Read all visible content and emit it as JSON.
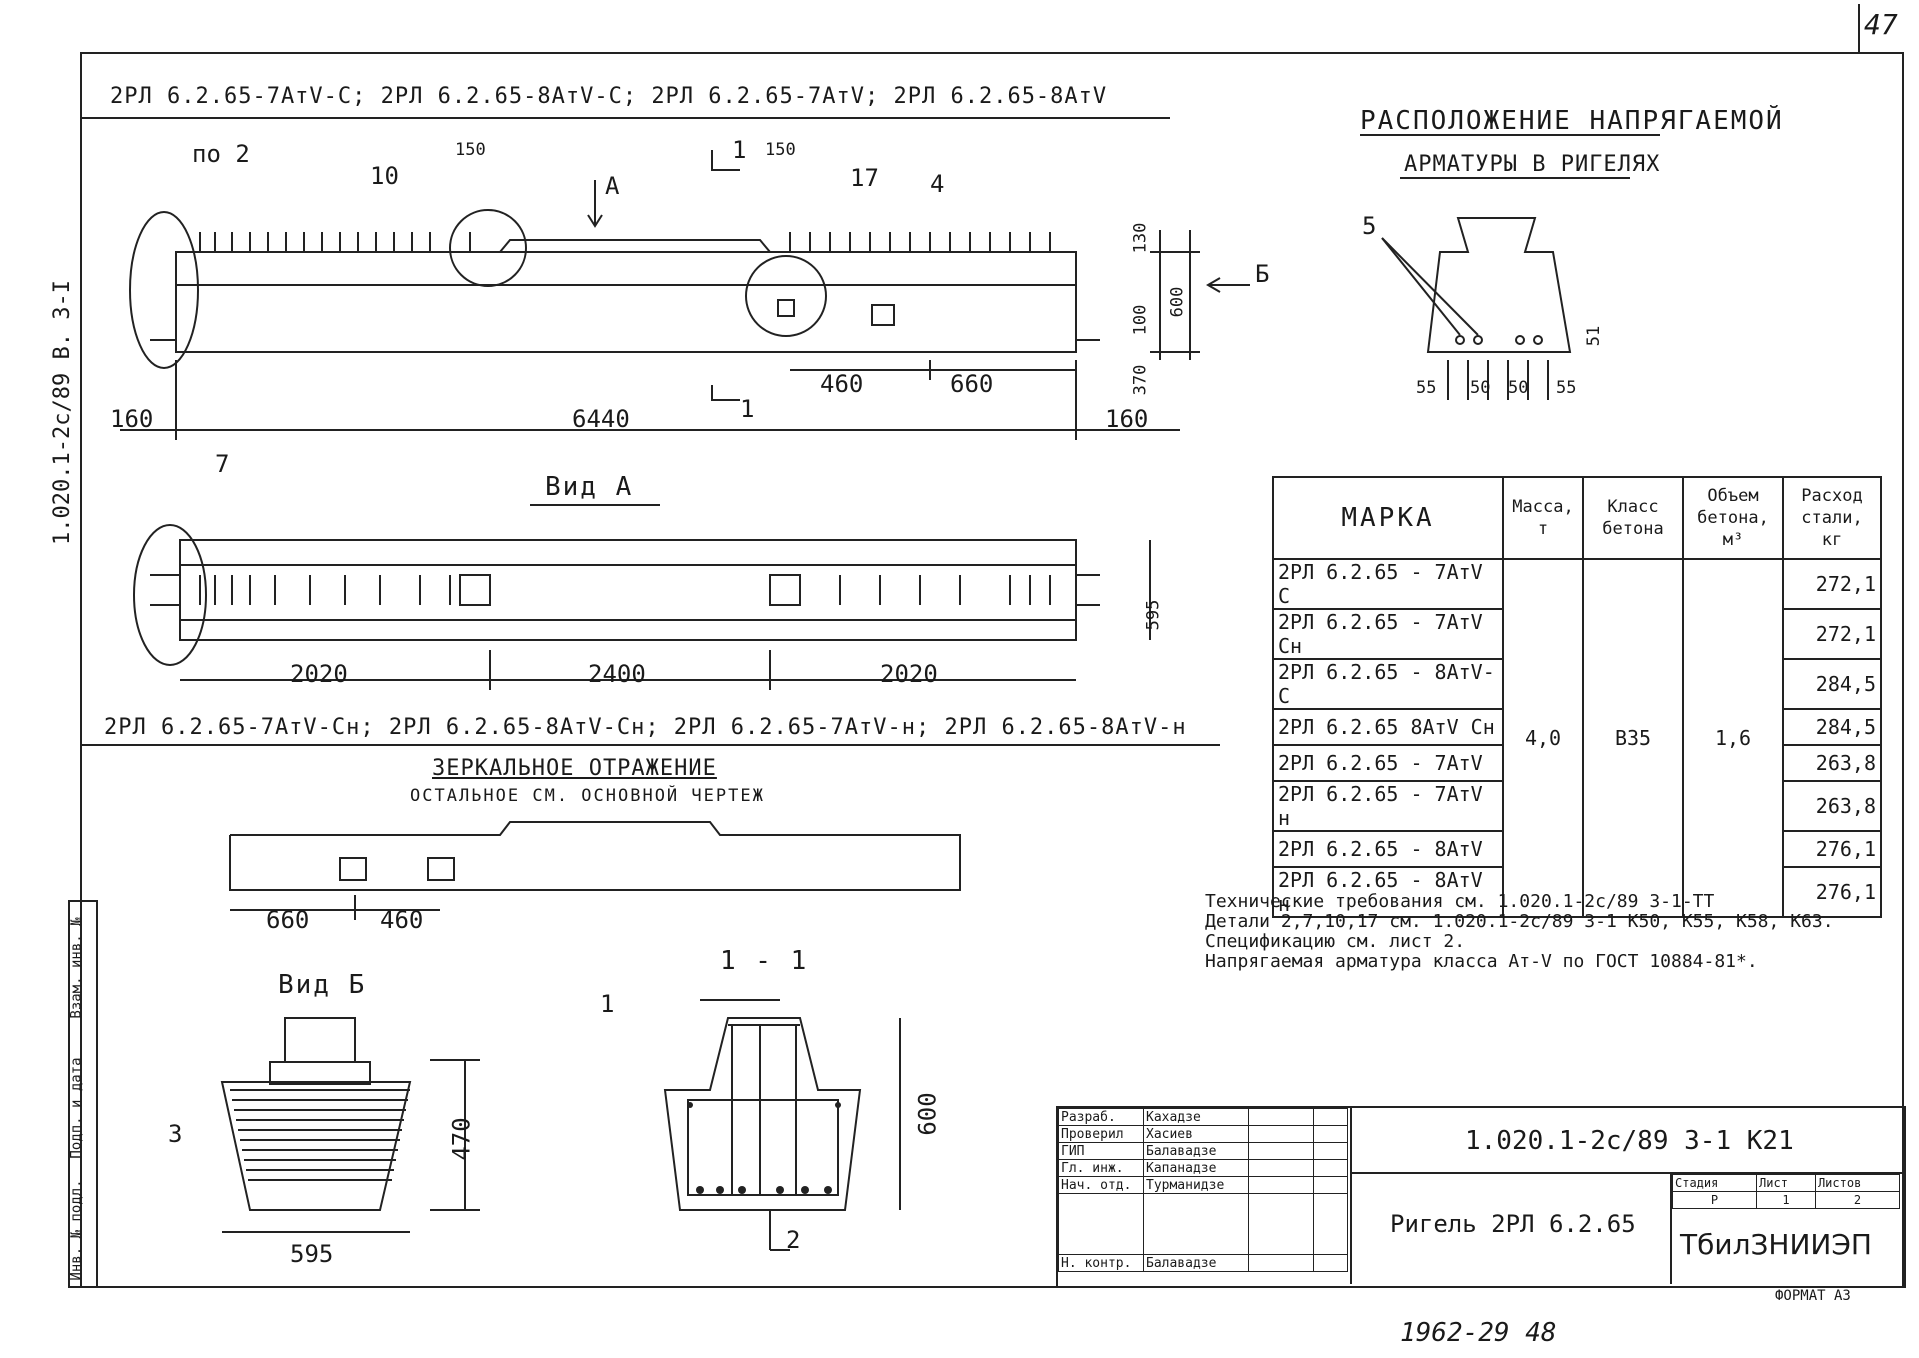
{
  "page_number": "47",
  "side_code": "1.020.1-2c/89 В. 3-I",
  "top_variants": "2РЛ 6.2.65-7АтV-С;  2РЛ 6.2.65-8АтV-С;  2РЛ 6.2.65-7АтV;  2РЛ 6.2.65-8АтV",
  "mirror_variants": "2РЛ 6.2.65-7АтV-Сн;  2РЛ 6.2.65-8АтV-Сн;  2РЛ 6.2.65-7АтV-н;  2РЛ 6.2.65-8АтV-н",
  "placement_title_1": "Расположение напрягаемой",
  "placement_title_2": "арматуры в ригелях",
  "view_a": "Вид А",
  "view_b": "Вид Б",
  "mirror_title": "Зеркальное отражение",
  "mirror_sub": "остальное см. основной чертеж",
  "section_1": "1 - 1",
  "dims": {
    "d150a": "150",
    "d150b": "150",
    "d130": "130",
    "d100": "100",
    "d600": "600",
    "d370": "370",
    "d460": "460",
    "d660": "660",
    "d160l": "160",
    "d6440": "6440",
    "d160r": "160",
    "d595": "595",
    "d2020a": "2020",
    "d2400": "2400",
    "d2020b": "2020",
    "m660": "660",
    "m460": "460",
    "b470": "470",
    "b595": "595",
    "s600": "600",
    "p55a": "55",
    "p50a": "50",
    "p50b": "50",
    "p55b": "55",
    "p51": "51"
  },
  "callouts": {
    "po2": "по 2",
    "c10": "10",
    "c1a": "1",
    "c17": "17",
    "c4": "4",
    "cA": "А",
    "cB": "Б",
    "c1b": "1",
    "c7": "7",
    "c5": "5",
    "c3": "3",
    "c1s": "1",
    "c2s": "2"
  },
  "table": {
    "headers": [
      "Марка",
      "Масса, т",
      "Класс бетона",
      "Объем бетона, м³",
      "Расход стали, кг"
    ],
    "rows": [
      [
        "2РЛ 6.2.65 - 7АтV С",
        "272,1"
      ],
      [
        "2РЛ 6.2.65 - 7АтV Сн",
        "272,1"
      ],
      [
        "2РЛ 6.2.65 - 8АтV-С",
        "284,5"
      ],
      [
        "2РЛ 6.2.65 8АтV Сн",
        "284,5"
      ],
      [
        "2РЛ 6.2.65 - 7АтV",
        "263,8"
      ],
      [
        "2РЛ 6.2.65 - 7АтV н",
        "263,8"
      ],
      [
        "2РЛ 6.2.65 - 8АтV",
        "276,1"
      ],
      [
        "2РЛ 6.2.65 - 8АтV н",
        "276,1"
      ]
    ],
    "mass": "4,0",
    "concrete_class": "В35",
    "volume": "1,6"
  },
  "notes": [
    "Технические требования см. 1.020.1-2с/89 3-1-ТТ",
    "Детали 2,7,10,17 см. 1.020.1-2с/89 3-1 К50, К55, К58, К63.",
    "Спецификацию см. лист 2.",
    "Напрягаемая арматура класса Ат-V по ГОСТ 10884-81*."
  ],
  "title_block": {
    "roles": [
      "Разраб.",
      "Проверил",
      "ГИП",
      "Гл. инж.",
      "Нач. отд.",
      "",
      "Н. контр."
    ],
    "names": [
      "Кахадзе",
      "Хасиев",
      "Балавадзе",
      "Капанадзе",
      "Турманидзе",
      "",
      "Балавадзе"
    ],
    "doc_code": "1.020.1-2с/89 3-1 К21",
    "title": "Ригель 2РЛ 6.2.65",
    "stage_label": "Стадия",
    "sheet_label": "Лист",
    "sheets_label": "Листов",
    "stage": "Р",
    "sheet": "1",
    "sheets": "2",
    "org": "ТбилЗНИИЭП",
    "format": "Формат А3"
  },
  "side_stamp": [
    "Инв. № подл.",
    "Подп. и дата",
    "Взам. инв. №"
  ],
  "bottom_numbers": "1962-29    48"
}
